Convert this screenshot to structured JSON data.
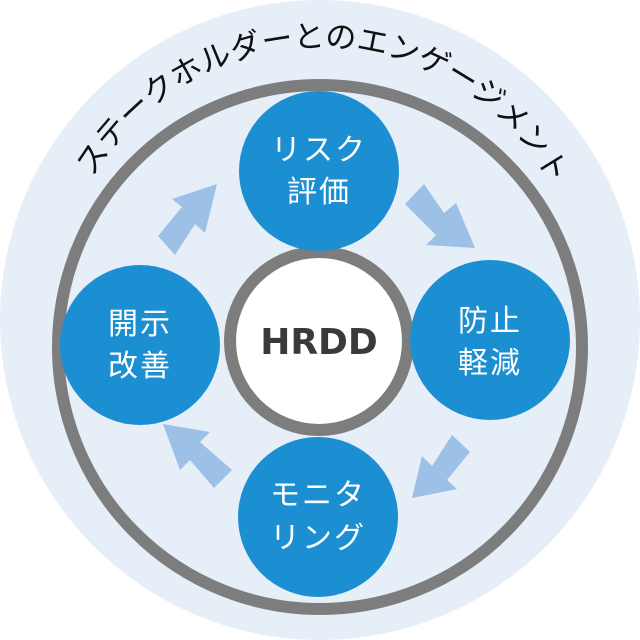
{
  "outer_label": "ステークホルダーとのエンゲージメント",
  "center_label": "HRDD",
  "nodes": [
    {
      "id": "top",
      "line1": "リスク",
      "line2": "評価"
    },
    {
      "id": "right",
      "line1": "防止",
      "line2": "軽減"
    },
    {
      "id": "bottom",
      "line1": "モニタ",
      "line2": "リング"
    },
    {
      "id": "left",
      "line1": "開示",
      "line2": "改善"
    }
  ],
  "colors": {
    "background_disc": "#e6eef8",
    "ring": "#7d7d7d",
    "node": "#1b8fd1",
    "arrow": "#9cc0e6",
    "center_fill": "#ffffff"
  }
}
